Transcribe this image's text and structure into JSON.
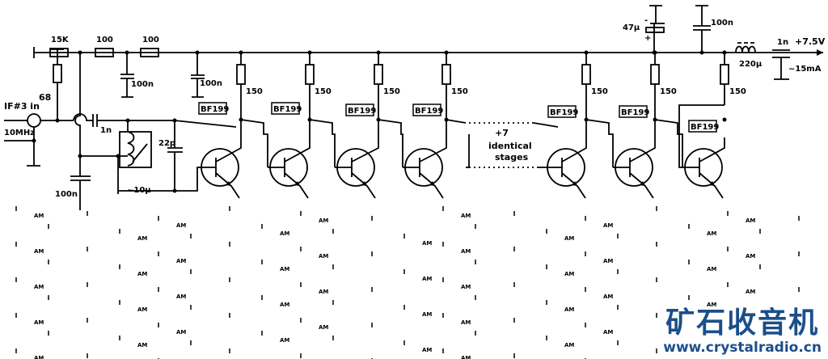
{
  "title": "IF amplifier schematic",
  "input": {
    "label": "IF#3 in",
    "freq": "10MHz"
  },
  "components": {
    "r_15k": "15K",
    "r_100a": "100",
    "r_100b": "100",
    "r_68": "68",
    "c_100n_a": "100n",
    "c_100n_b": "100n",
    "c_100n_c": "100n",
    "c_100n_d": "100n",
    "c_1n": "1n",
    "c_22p": "22p",
    "l_10u": "~10µ",
    "c_47u": "47µ",
    "c_47u_minus": "-",
    "c_47u_plus": "+",
    "l_220u": "220µ",
    "c_1n_out": "1n"
  },
  "supply": {
    "voltage": "+7.5V",
    "current": "~15mA"
  },
  "stages": [
    {
      "transistor": "BF199",
      "resistor": "150"
    },
    {
      "transistor": "BF199",
      "resistor": "150"
    },
    {
      "transistor": "BF199",
      "resistor": "150"
    },
    {
      "transistor": "BF199",
      "resistor": "150"
    },
    {
      "transistor": "BF199",
      "resistor": "150"
    },
    {
      "transistor": "BF199",
      "resistor": "150"
    },
    {
      "transistor": "BF199",
      "resistor": "150"
    }
  ],
  "note": {
    "line1": "+7",
    "line2": "identical",
    "line3": "stages"
  },
  "watermark": {
    "mark": "AM",
    "logo_cn": "矿石收音机",
    "url": "www.crystalradio.cn"
  }
}
